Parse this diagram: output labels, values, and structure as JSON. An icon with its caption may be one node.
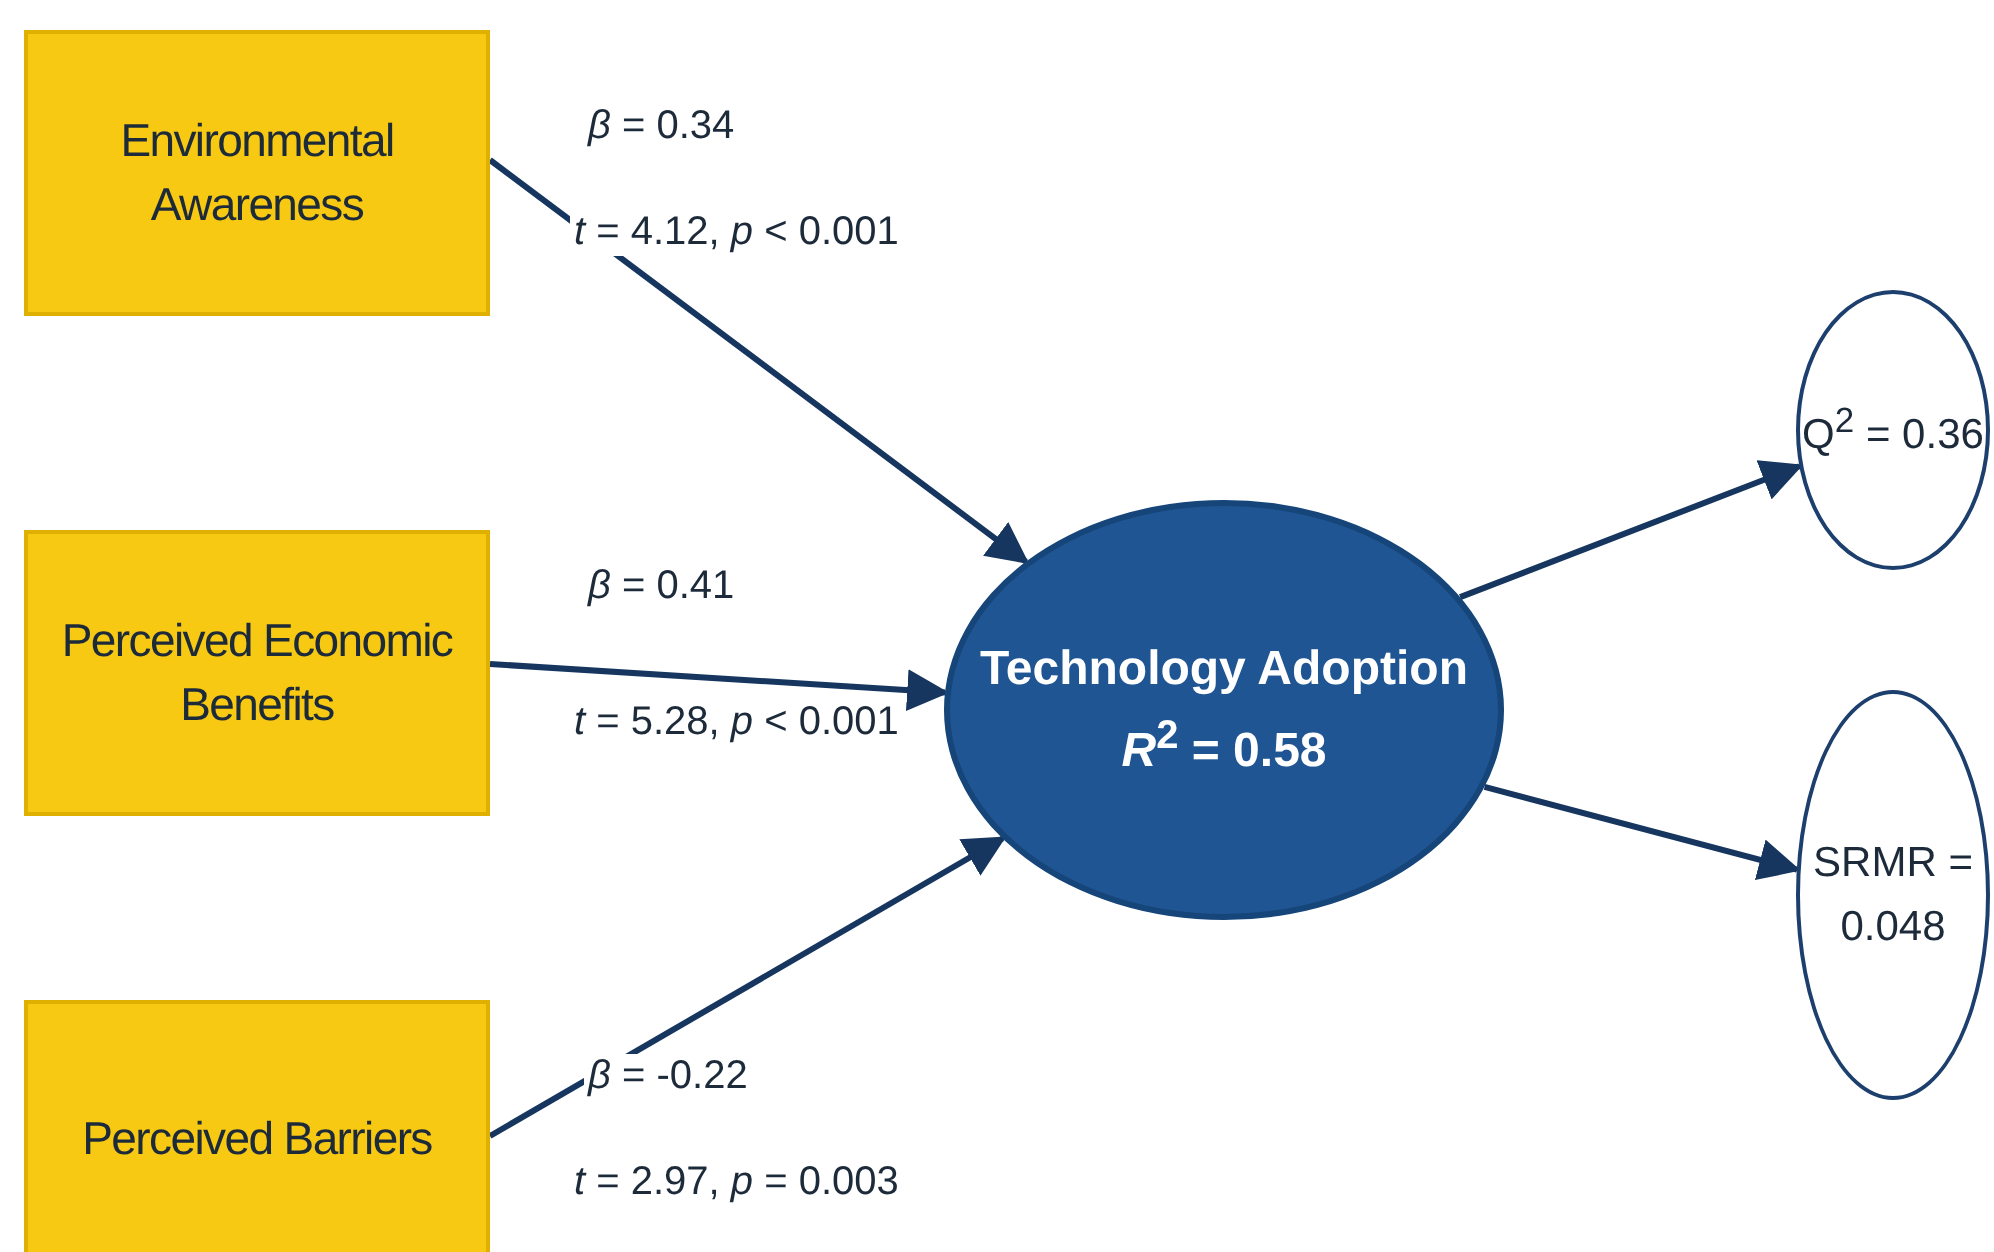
{
  "diagram": {
    "nodes": [
      {
        "text": [
          "Environmental Awareness"
        ]
      },
      {
        "text": [
          "Perceived Economic Benefits"
        ]
      },
      {
        "text": [
          "Perceived Barriers"
        ]
      },
      {
        "text": [
          "Technology Adoption",
          "*R*$^{2}$ = 0.58"
        ]
      },
      {
        "text": [
          "Q$^{2}$ = 0.36"
        ]
      },
      {
        "text": [
          "SRMR = 0.048"
        ]
      }
    ],
    "edges": [
      {
        "from": 0,
        "to": 3,
        "arrow": "to",
        "label": "*β* = 0.34"
      },
      {
        "from": 1,
        "to": 3,
        "arrow": "to",
        "label": "*β* = 0.41"
      },
      {
        "from": 2,
        "to": 3,
        "arrow": "to",
        "label": "*β* = -0.22"
      },
      {
        "from": 3,
        "to": 4,
        "arrow": "to"
      },
      {
        "from": 3,
        "to": 5,
        "arrow": "to"
      }
    ],
    "labels": [
      "*t* = 4.12, *p* < 0.001",
      "*t* = 5.28, *p* < 0.001",
      "*t* = 2.97, *p* = 0.003"
    ]
  }
}
